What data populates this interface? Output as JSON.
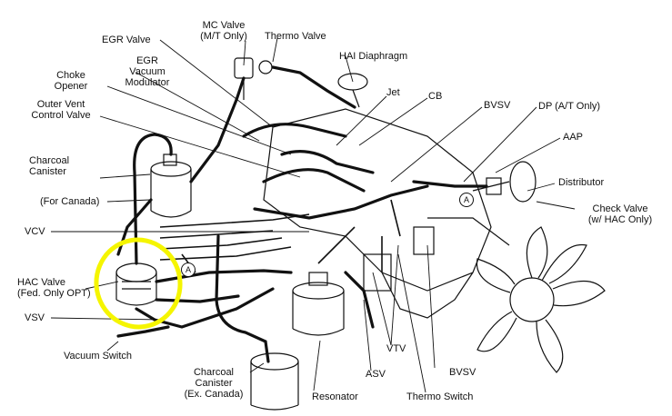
{
  "labels": {
    "mc_valve": "MC Valve\n(M/T Only)",
    "thermo_valve": "Thermo Valve",
    "egr_valve": "EGR Valve",
    "egr_vacuum_modulator": "EGR\nVacuum\nModulator",
    "hai_diaphragm": "HAI Diaphragm",
    "choke_opener": "Choke\nOpener",
    "jet": "Jet",
    "cb": "CB",
    "bvsv_top": "BVSV",
    "dp": "DP (A/T Only)",
    "outer_vent_control_valve": "Outer Vent\nControl Valve",
    "aap": "AAP",
    "charcoal_canister_canada": "Charcoal\nCanister",
    "for_canada": "(For Canada)",
    "distributor": "Distributor",
    "check_valve": "Check Valve\n(w/ HAC Only)",
    "vcv": "VCV",
    "hac_valve": "HAC Valve\n(Fed. Only OPT)",
    "vsv": "VSV",
    "vacuum_switch": "Vacuum Switch",
    "vtv": "VTV",
    "asv": "ASV",
    "bvsv_bottom": "BVSV",
    "charcoal_canister_ex": "Charcoal\nCanister\n(Ex. Canada)",
    "resonator": "Resonator",
    "thermo_switch": "Thermo Switch",
    "marker_a": "A"
  },
  "colors": {
    "line": "#111111",
    "highlight": "#f5f500",
    "background": "#ffffff"
  }
}
